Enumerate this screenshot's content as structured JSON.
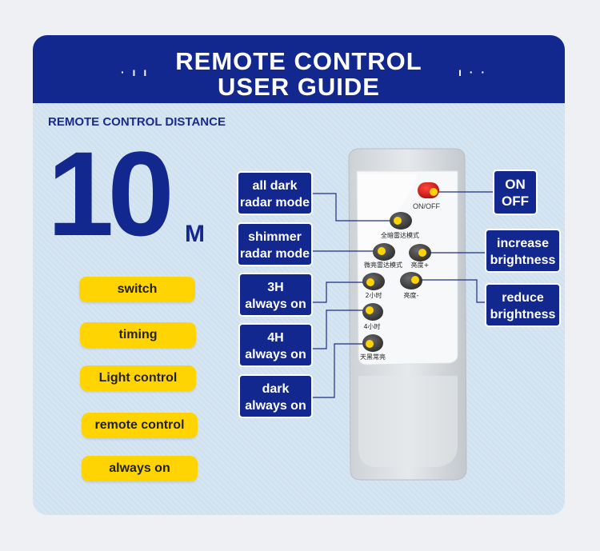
{
  "header": {
    "title_line1": "REMOTE CONTROL",
    "title_line2": "USER GUIDE",
    "deco_left": "· ı ı",
    "deco_right": "ı · ·"
  },
  "distance": {
    "label": "REMOTE CONTROL DISTANCE",
    "value": "10",
    "unit": "M"
  },
  "modes": [
    "switch",
    "timing",
    "Light control",
    "remote control",
    "always on"
  ],
  "remote": {
    "power_label": "ON/OFF",
    "btn_all_dark_radar": "全暗雷达模式",
    "btn_shimmer_radar": "微亮雷达模式",
    "btn_brightness_up": "亮度+",
    "btn_2h": "2小时",
    "btn_brightness_down": "亮度-",
    "btn_4h": "4小时",
    "btn_dark_on": "天黑常亮"
  },
  "callouts": {
    "all_dark_line1": "all dark",
    "all_dark_line2": "radar mode",
    "shimmer_line1": "shimmer",
    "shimmer_line2": "radar mode",
    "h3_line1": "3H",
    "h3_line2": "always on",
    "h4_line1": "4H",
    "h4_line2": "always on",
    "dark_line1": "dark",
    "dark_line2": "always on",
    "on_off_line1": "ON",
    "on_off_line2": "OFF",
    "increase_line1": "increase",
    "increase_line2": "brightness",
    "reduce_line1": "reduce",
    "reduce_line2": "brightness"
  },
  "colors": {
    "brand_blue": "#13288f",
    "pill_yellow": "#ffd400",
    "power_red": "#d81e1e",
    "indicator_yellow": "#ffd400"
  }
}
